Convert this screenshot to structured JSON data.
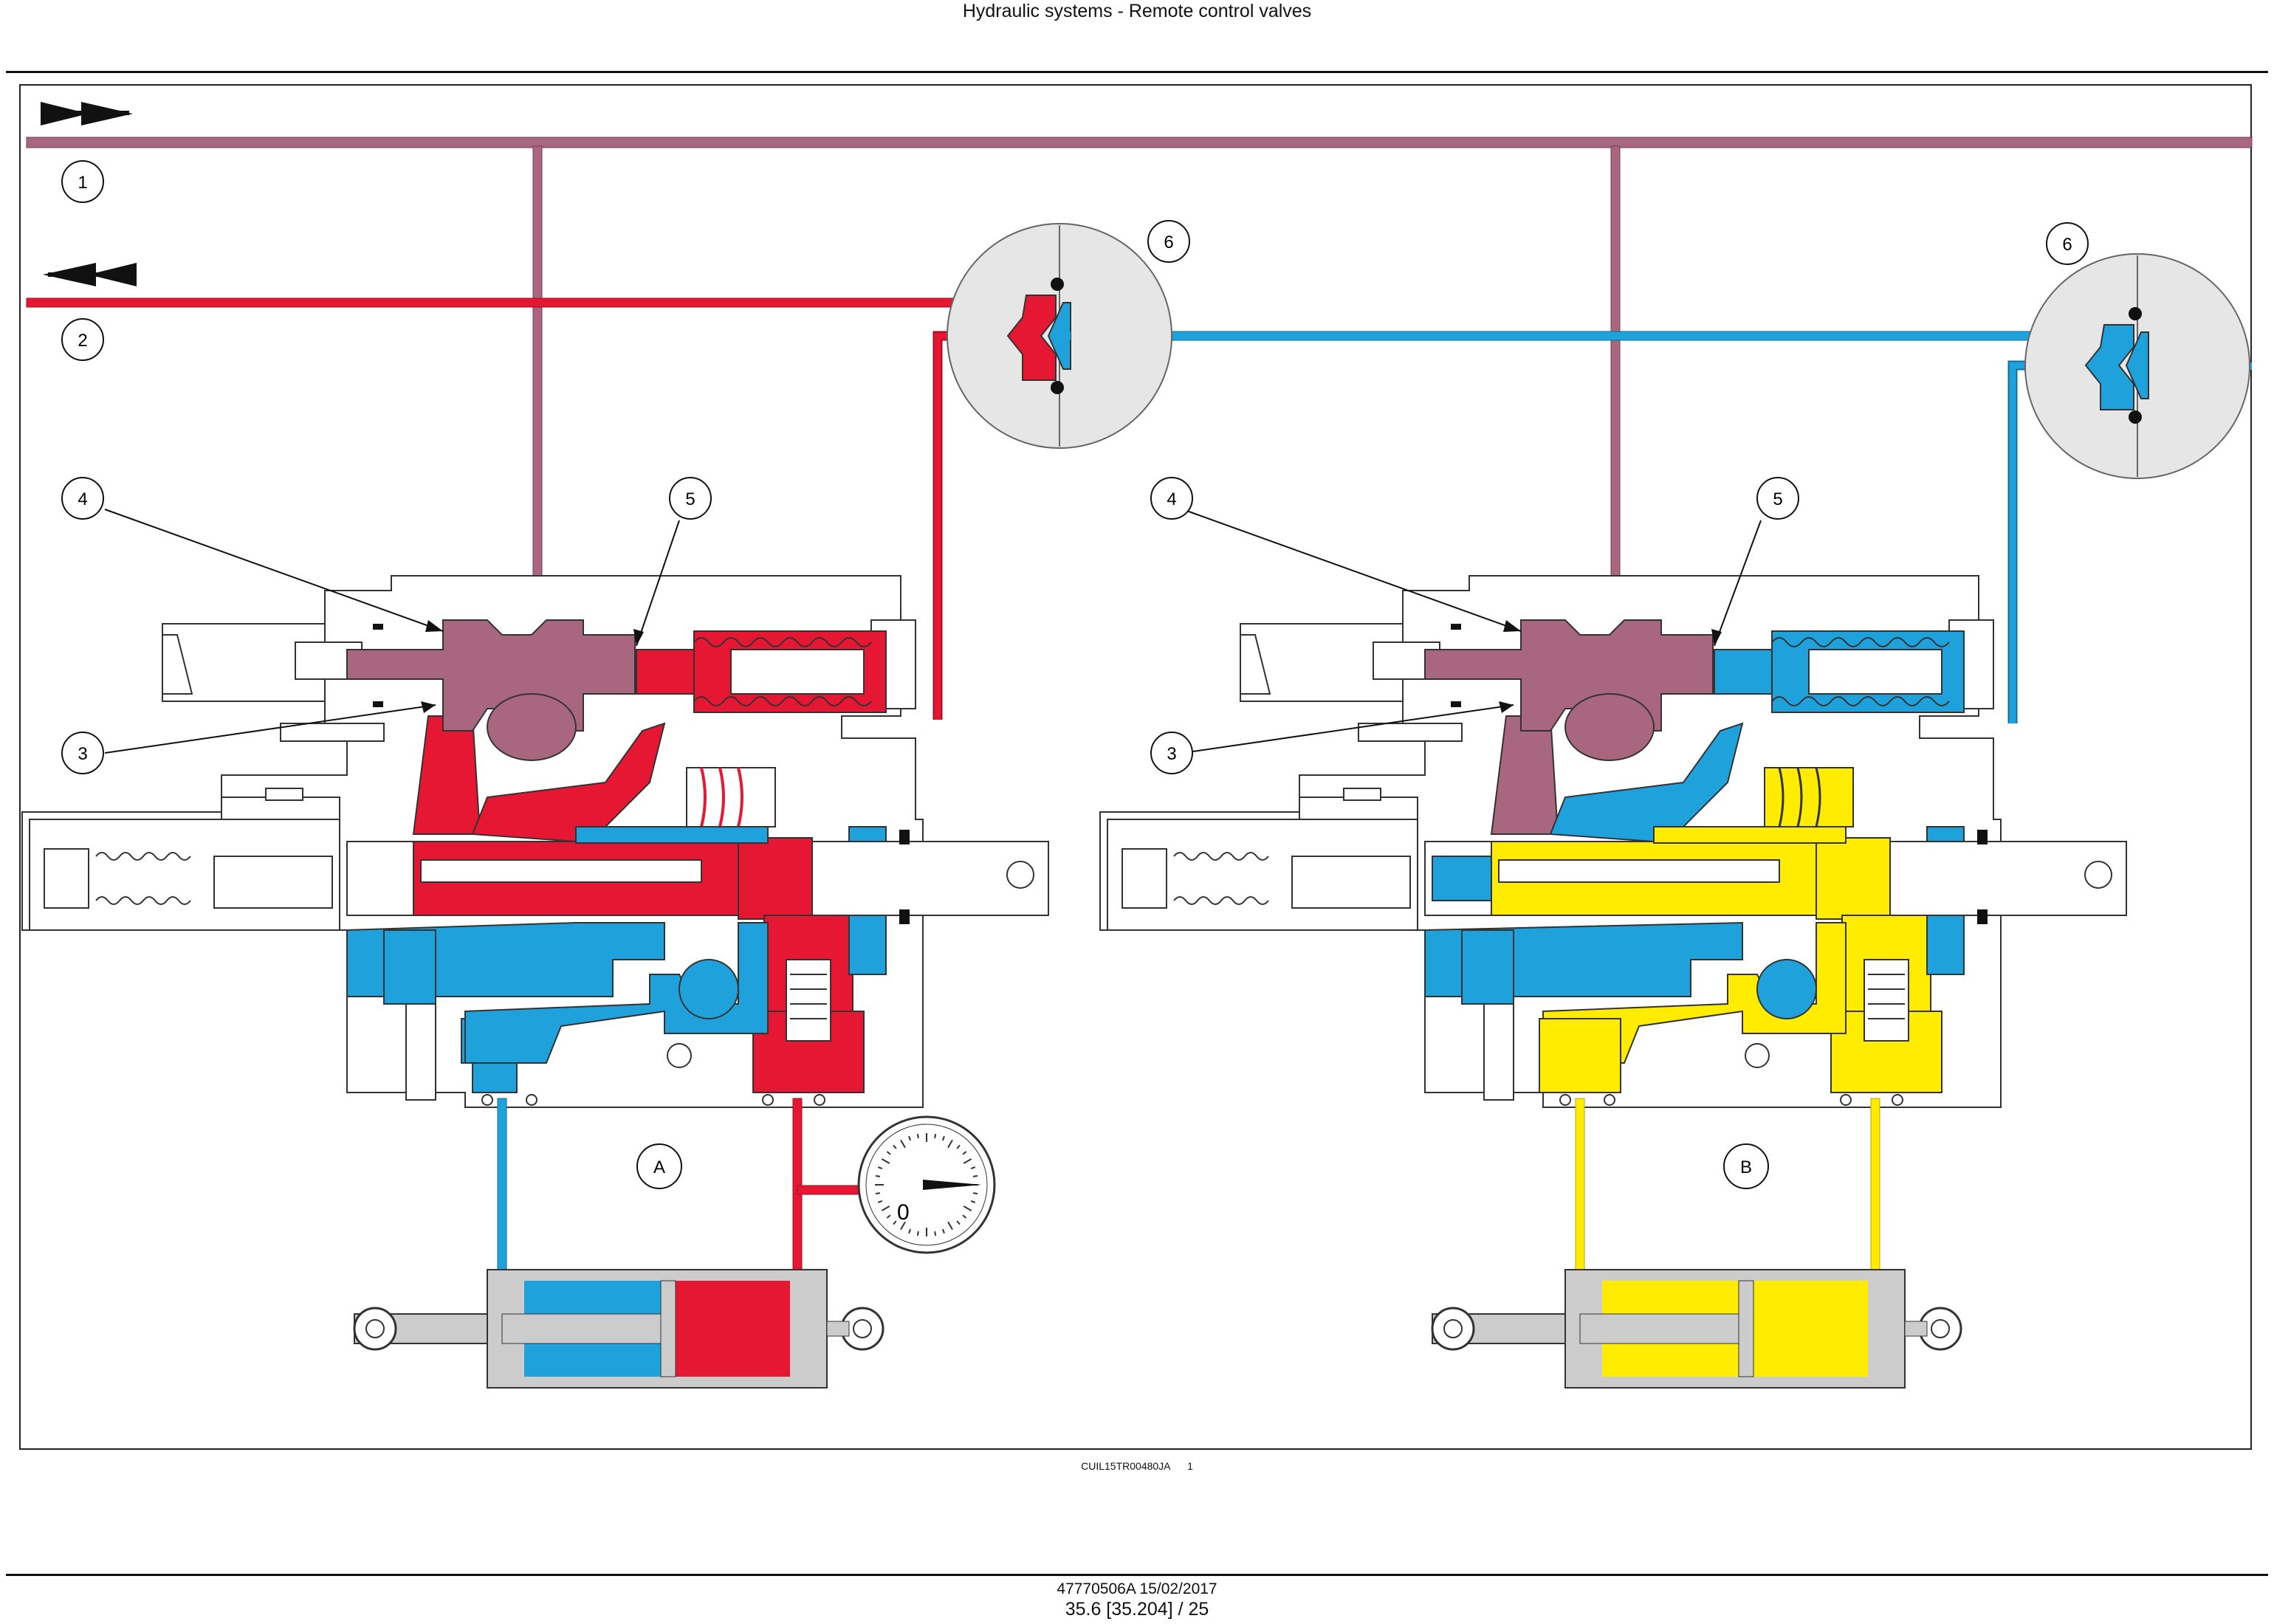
{
  "header": {
    "title": "Hydraulic systems - Remote control valves"
  },
  "callouts": {
    "n1": "1",
    "n2": "2",
    "n3": "3",
    "n4": "4",
    "n5": "5",
    "n6": "6"
  },
  "panels": {
    "left_label": "A",
    "right_label": "B"
  },
  "gauge": {
    "reading": "0"
  },
  "figure": {
    "code": "CUIL15TR00480JA",
    "number": "1"
  },
  "footer": {
    "doc": "47770506A 15/02/2017",
    "page": "35.6 [35.204] / 25"
  },
  "colors": {
    "supply": "#a8677e",
    "return": "#e51732",
    "work": "#1fa2dc",
    "trapped": "#ffec00",
    "body": "#ffffff",
    "outline": "#333333",
    "housing": "#e6e6e6"
  },
  "icons": [
    "flow-right-arrows-icon",
    "flow-left-arrows-icon",
    "pressure-gauge-icon",
    "check-valve-icon"
  ]
}
